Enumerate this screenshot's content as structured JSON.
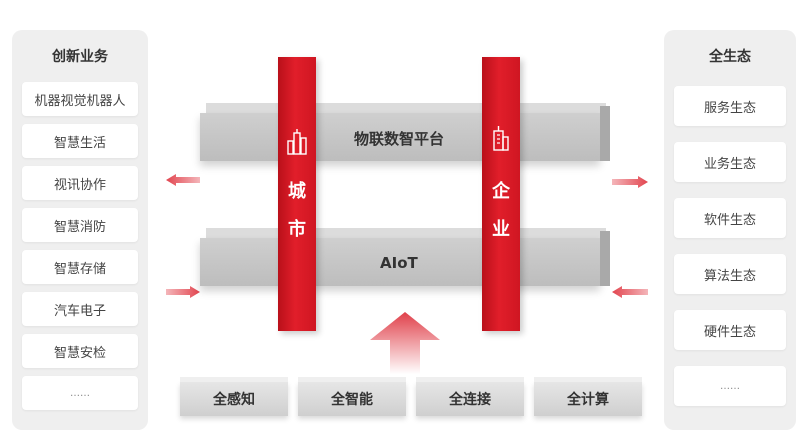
{
  "left_panel": {
    "title": "创新业务",
    "items": [
      "机器视觉机器人",
      "智慧生活",
      "视讯协作",
      "智慧消防",
      "智慧存储",
      "汽车电子",
      "智慧安检",
      "……"
    ]
  },
  "right_panel": {
    "title": "全生态",
    "items": [
      "服务生态",
      "业务生态",
      "软件生态",
      "算法生态",
      "硬件生态",
      "……"
    ]
  },
  "center": {
    "top_layer": "物联数智平台",
    "bottom_layer": "AIoT",
    "left_pillar": [
      "城",
      "市"
    ],
    "right_pillar": [
      "企",
      "业"
    ]
  },
  "bottom_bar": [
    "全感知",
    "全智能",
    "全连接",
    "全计算"
  ],
  "colors": {
    "accent_red": "#d81e28",
    "panel_bg": "#efefef",
    "slab_gray": "#c6c6c6"
  }
}
